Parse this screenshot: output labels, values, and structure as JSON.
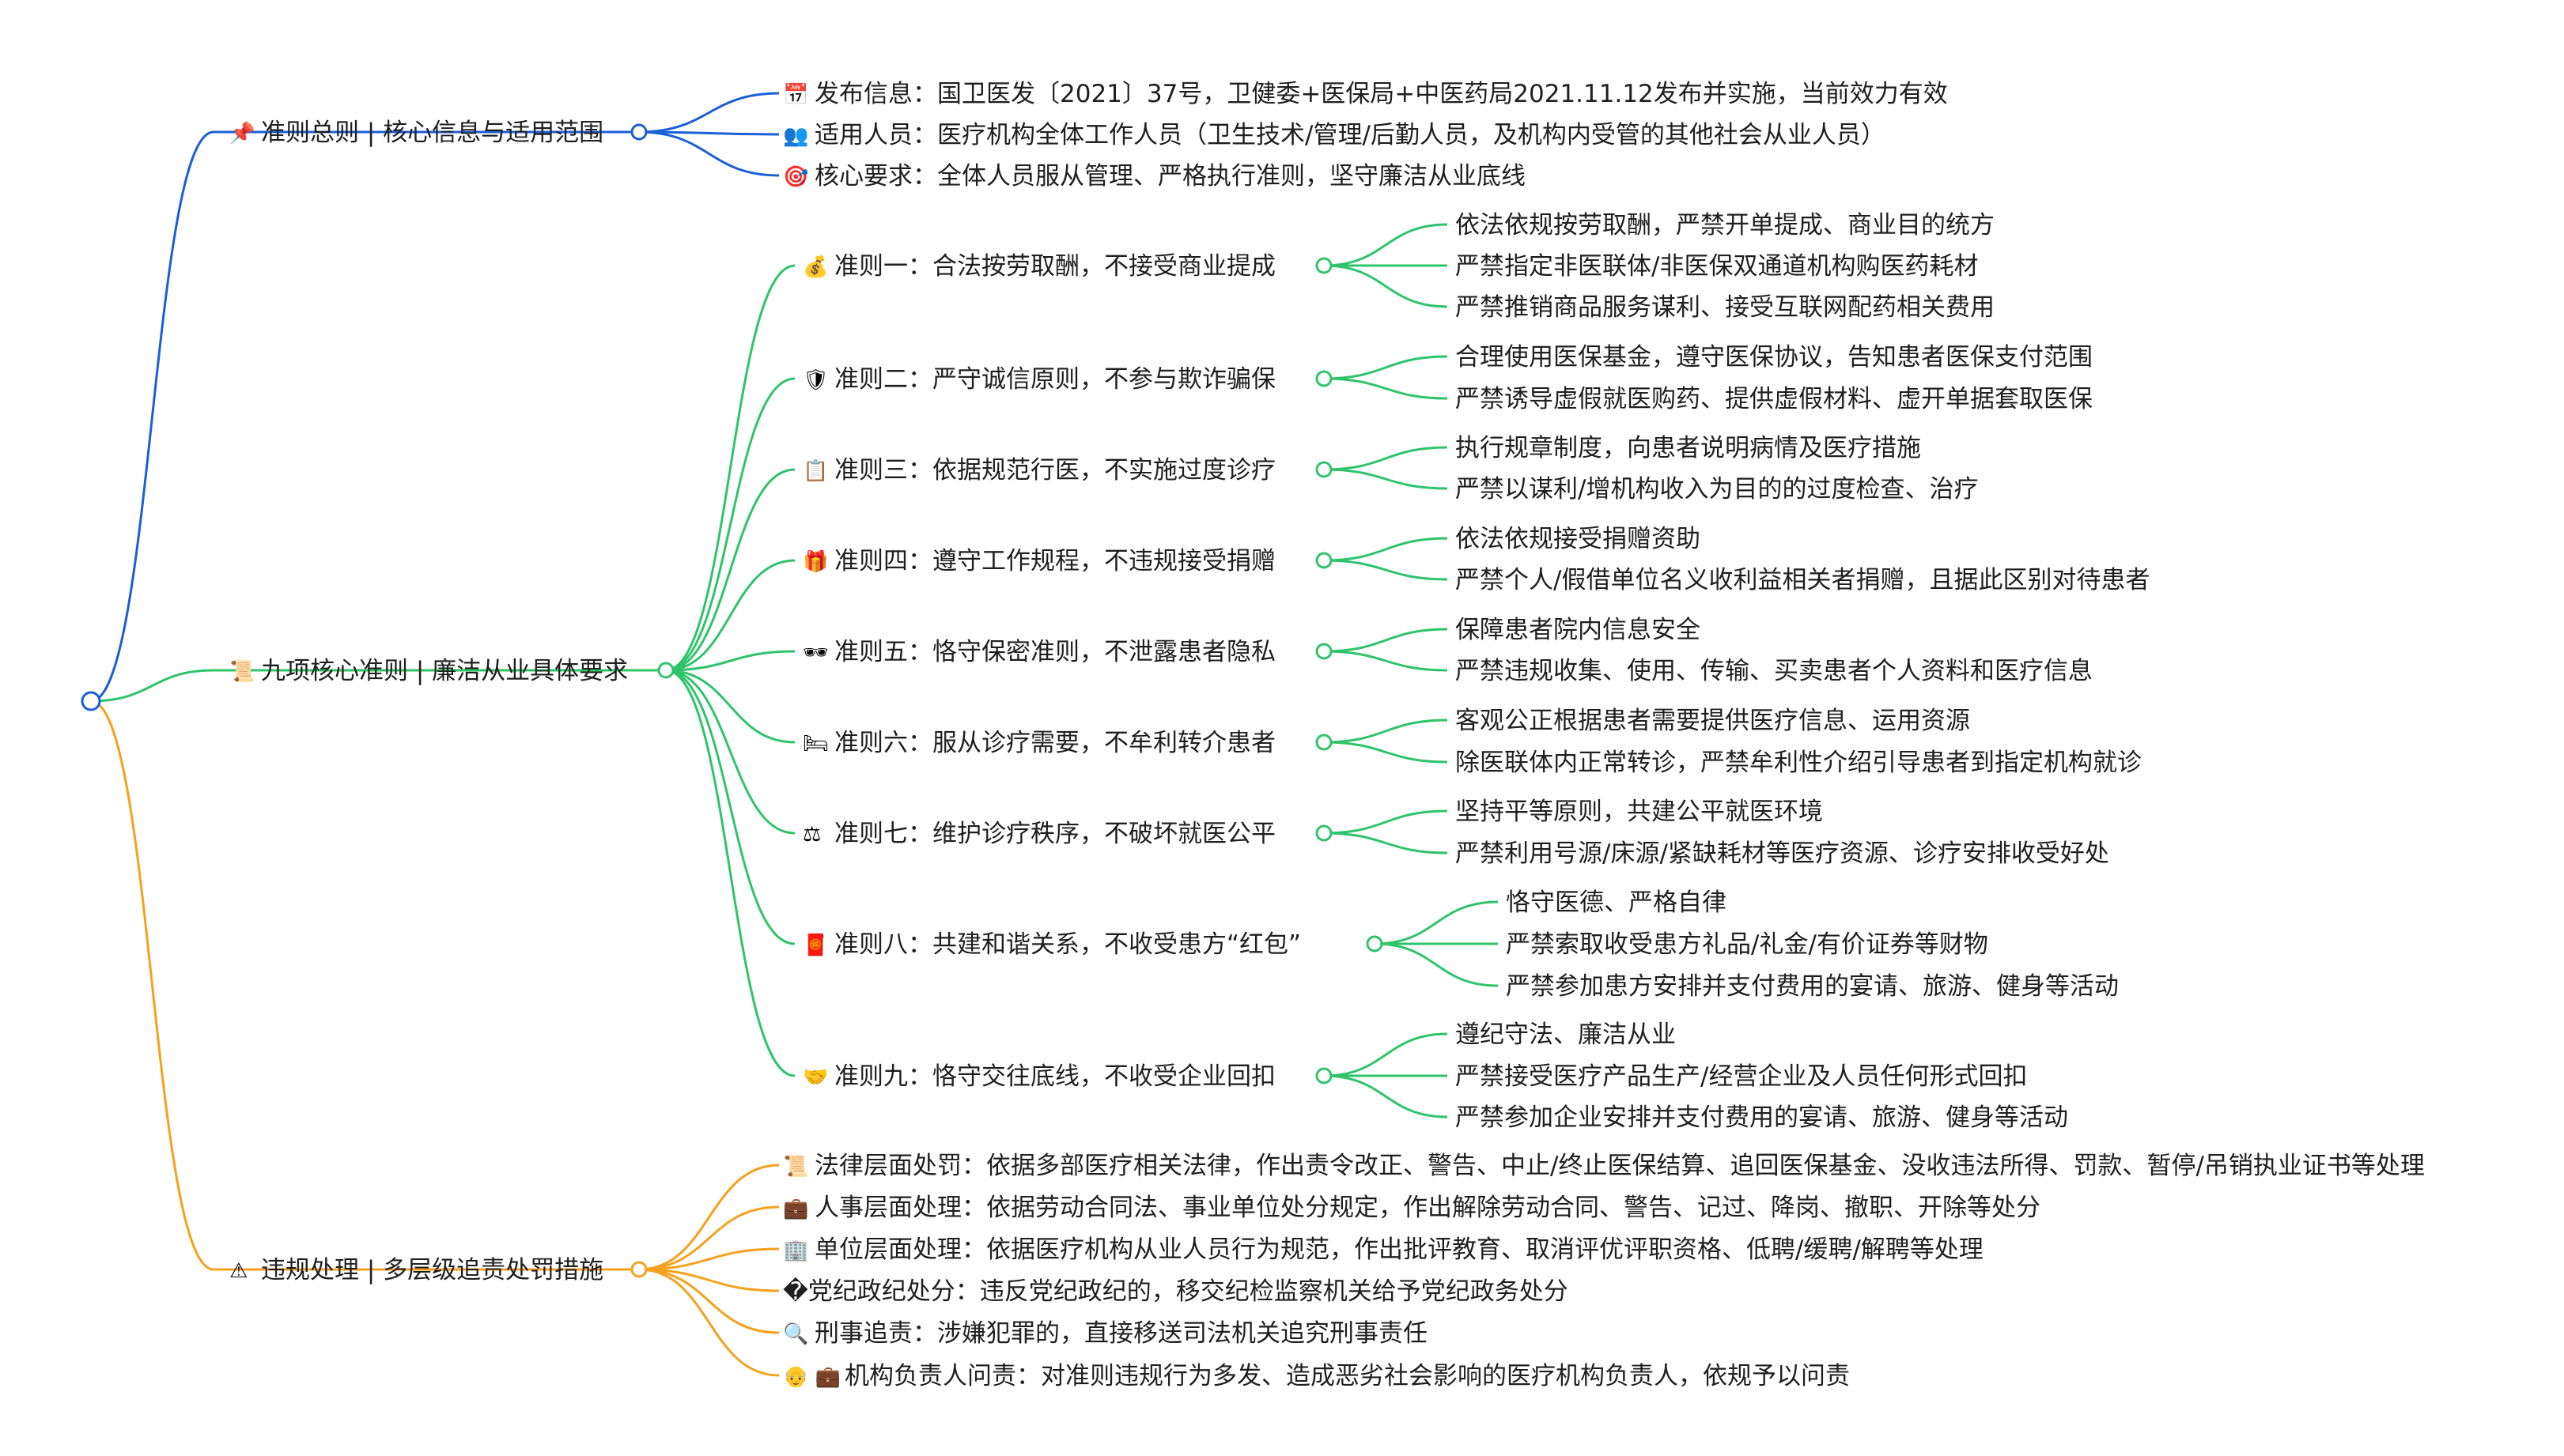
{
  "colors": {
    "blue": "#1a5fd6",
    "green": "#2fc46a",
    "orange": "#f5a11c",
    "root": "#1a5fd6"
  },
  "branches": [
    {
      "id": "general",
      "icon": "pushpin-icon",
      "emoji": "📌",
      "label": "准则总则 | 核心信息与适用范围",
      "color": "blue",
      "children": [
        {
          "icon": "calendar-icon",
          "emoji": "📅",
          "label": "发布信息：国卫医发〔2021〕37号，卫健委+医保局+中医药局2021.11.12发布并实施，当前效力有效"
        },
        {
          "icon": "people-icon",
          "emoji": "👥",
          "label": "适用人员：医疗机构全体工作人员（卫生技术/管理/后勤人员，及机构内受管的其他社会从业人员）"
        },
        {
          "icon": "target-icon",
          "emoji": "🎯",
          "label": "核心要求：全体人员服从管理、严格执行准则，坚守廉洁从业底线"
        }
      ]
    },
    {
      "id": "nine",
      "icon": "scroll-icon",
      "emoji": "📜",
      "label": "九项核心准则 | 廉洁从业具体要求",
      "color": "green",
      "children": [
        {
          "icon": "money-bag-icon",
          "emoji": "💰",
          "label": "准则一：合法按劳取酬，不接受商业提成",
          "children": [
            "依法依规按劳取酬，严禁开单提成、商业目的统方",
            "严禁指定非医联体/非医保双通道机构购医药耗材",
            "严禁推销商品服务谋利、接受互联网配药相关费用"
          ]
        },
        {
          "icon": "shield-icon",
          "emoji": "🛡",
          "label": "准则二：严守诚信原则，不参与欺诈骗保",
          "children": [
            "合理使用医保基金，遵守医保协议，告知患者医保支付范围",
            "严禁诱导虚假就医购药、提供虚假材料、虚开单据套取医保"
          ]
        },
        {
          "icon": "clipboard-icon",
          "emoji": "📋",
          "label": "准则三：依据规范行医，不实施过度诊疗",
          "children": [
            "执行规章制度，向患者说明病情及医疗措施",
            "严禁以谋利/增机构收入为目的的过度检查、治疗"
          ]
        },
        {
          "icon": "gift-icon",
          "emoji": "🎁",
          "label": "准则四：遵守工作规程，不违规接受捐赠",
          "children": [
            "依法依规接受捐赠资助",
            "严禁个人/假借单位名义收利益相关者捐赠，且据此区别对待患者"
          ]
        },
        {
          "icon": "sunglasses-icon",
          "emoji": "🕶",
          "label": "准则五：恪守保密准则，不泄露患者隐私",
          "children": [
            "保障患者院内信息安全",
            "严禁违规收集、使用、传输、买卖患者个人资料和医疗信息"
          ]
        },
        {
          "icon": "patient-bed-icon",
          "emoji": "🛏",
          "label": "准则六：服从诊疗需要，不牟利转介患者",
          "children": [
            "客观公正根据患者需要提供医疗信息、运用资源",
            "除医联体内正常转诊，严禁牟利性介绍引导患者到指定机构就诊"
          ]
        },
        {
          "icon": "scales-icon",
          "emoji": "⚖",
          "label": "准则七：维护诊疗秩序，不破坏就医公平",
          "children": [
            "坚持平等原则，共建公平就医环境",
            "严禁利用号源/床源/紧缺耗材等医疗资源、诊疗安排收受好处"
          ]
        },
        {
          "icon": "red-envelope-icon",
          "emoji": "🧧",
          "label": "准则八：共建和谐关系，不收受患方“红包”",
          "children": [
            "恪守医德、严格自律",
            "严禁索取收受患方礼品/礼金/有价证券等财物",
            "严禁参加患方安排并支付费用的宴请、旅游、健身等活动"
          ]
        },
        {
          "icon": "handshake-icon",
          "emoji": "🤝",
          "label": "准则九：恪守交往底线，不收受企业回扣",
          "children": [
            "遵纪守法、廉洁从业",
            "严禁接受医疗产品生产/经营企业及人员任何形式回扣",
            "严禁参加企业安排并支付费用的宴请、旅游、健身等活动"
          ]
        }
      ]
    },
    {
      "id": "penalty",
      "icon": "warning-icon",
      "emoji": "⚠",
      "label": "违规处理 | 多层级追责处罚措施",
      "color": "orange",
      "children": [
        {
          "icon": "scroll-icon",
          "emoji": "📜",
          "label": "法律层面处罚：依据多部医疗相关法律，作出责令改正、警告、中止/终止医保结算、追回医保基金、没收违法所得、罚款、暂停/吊销执业证书等处理"
        },
        {
          "icon": "briefcase-icon",
          "emoji": "💼",
          "label": "人事层面处理：依据劳动合同法、事业单位处分规定，作出解除劳动合同、警告、记过、降岗、撤职、开除等处分"
        },
        {
          "icon": "building-icon",
          "emoji": "🏢",
          "label": "单位层面处理：依据医疗机构从业人员行为规范，作出批评教育、取消评优评职资格、低聘/缓聘/解聘等处理"
        },
        {
          "icon": "replacement-char-icon",
          "emoji": "",
          "label": "�党纪政纪处分：违反党纪政纪的，移交纪检监察机关给予党纪政务处分"
        },
        {
          "icon": "magnifier-icon",
          "emoji": "🔍",
          "label": "刑事追责：涉嫌犯罪的，直接移送司法机关追究刑事责任"
        },
        {
          "icon": "person-briefcase-icon",
          "emoji": "👴 💼",
          "label": "机构负责人问责：对准则违规行为多发、造成恶劣社会影响的医疗机构负责人，依规予以问责"
        }
      ]
    }
  ]
}
